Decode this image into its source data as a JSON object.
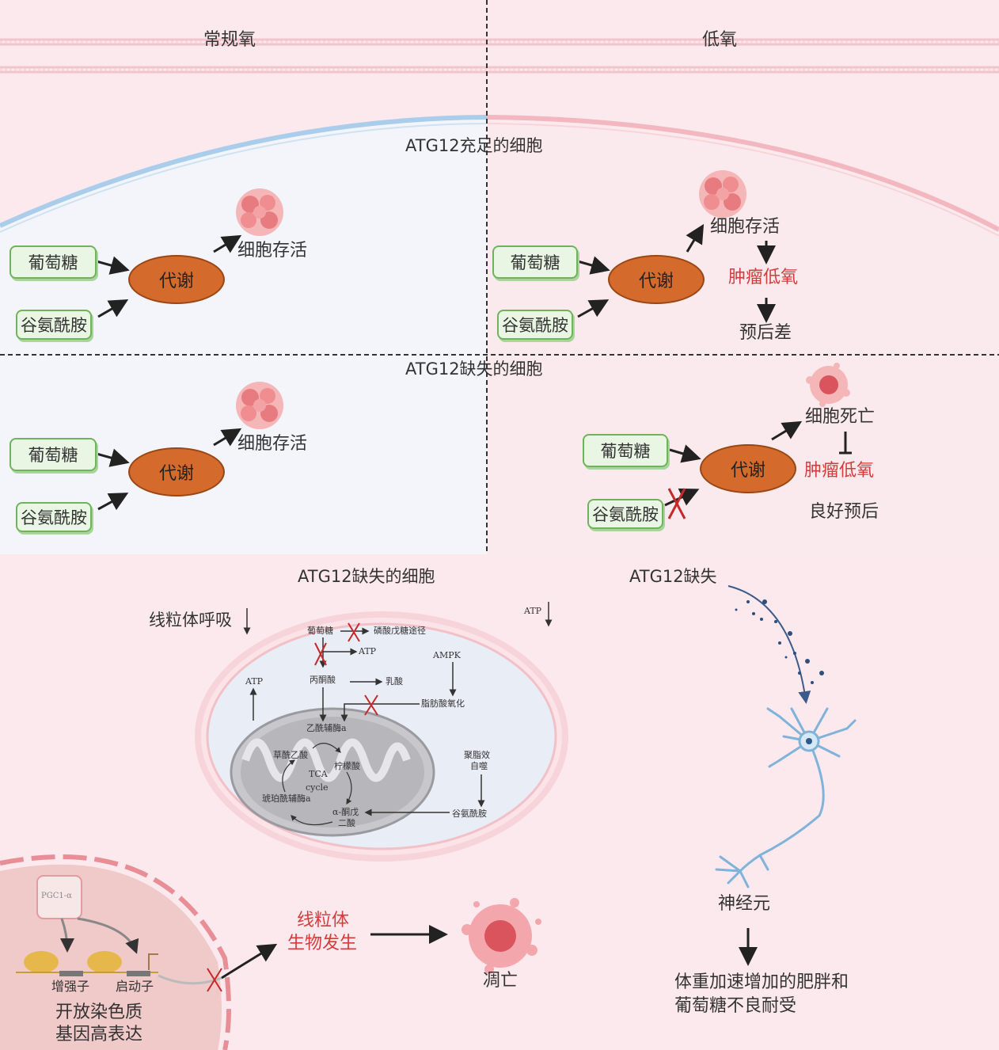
{
  "headers": {
    "normoxia": "常规氧",
    "hypoxia": "低氧"
  },
  "sections": {
    "atg12_sufficient": "ATG12充足的细胞",
    "atg12_deficient": "ATG12缺失的细胞"
  },
  "common": {
    "glucose": "葡萄糖",
    "glutamine": "谷氨酰胺",
    "metabolism": "代谢",
    "cell_survival": "细胞存活"
  },
  "hypoxia_sufficient": {
    "cell_survival": "细胞存活",
    "tumor_hypoxia": "肿瘤低氧",
    "poor_prognosis": "预后差"
  },
  "hypoxia_deficient": {
    "cell_death": "细胞死亡",
    "tumor_hypoxia": "肿瘤低氧",
    "good_prognosis": "良好预后"
  },
  "bottom": {
    "cell_title": "ATG12缺失的细胞",
    "mito_respiration": "线粒体呼吸",
    "atp_down": "ATP",
    "glucose": "葡萄糖",
    "ppp": "磷酸戊糖途径",
    "atp1": "ATP",
    "pyruvate": "丙酮酸",
    "lactate": "乳酸",
    "ampk": "AMPK",
    "fao": "脂肪酸氧化",
    "atp2": "ATP",
    "acetyl_coa": "乙酰辅酶a",
    "oxaloacetate": "草酰乙酸",
    "citrate": "柠檬酸",
    "tca1": "TCA",
    "tca2": "cycle",
    "succinyl": "琥珀酰辅酶a",
    "akg1": "α-酮戊",
    "akg2": "二酸",
    "aggrephagy1": "聚脂效",
    "aggrephagy2": "自噬",
    "glutamine": "谷氨酰胺",
    "pgc": "PGC1-α",
    "enhancer": "增强子",
    "promoter": "启动子",
    "chromatin1": "开放染色质",
    "chromatin2": "基因高表达",
    "biogenesis1": "线粒体",
    "biogenesis2": "生物发生",
    "apoptosis": "凋亡",
    "atg12_loss": "ATG12缺失",
    "neuron": "神经元",
    "obesity1": "体重加速增加的肥胖和",
    "obesity2": "葡萄糖不良耐受"
  },
  "colors": {
    "bg_normoxia_top": "#fbe8ec",
    "bg_cell_blue": "#f3f5fb",
    "membrane_blue": "#a9cdea",
    "bg_hypoxia": "#fbeaec",
    "membrane_pink": "#f2b7bf",
    "green_box": "#eaf6e4",
    "green_border": "#6fb35a",
    "metab_orange": "#d46a2c",
    "red_text": "#d43b3b",
    "x_red": "#c42a2a"
  },
  "icons": [
    "cell-cluster-icon",
    "dead-cell-icon",
    "mitochondrion-icon",
    "neuron-icon",
    "nucleosome-icon",
    "x-mark-icon"
  ]
}
